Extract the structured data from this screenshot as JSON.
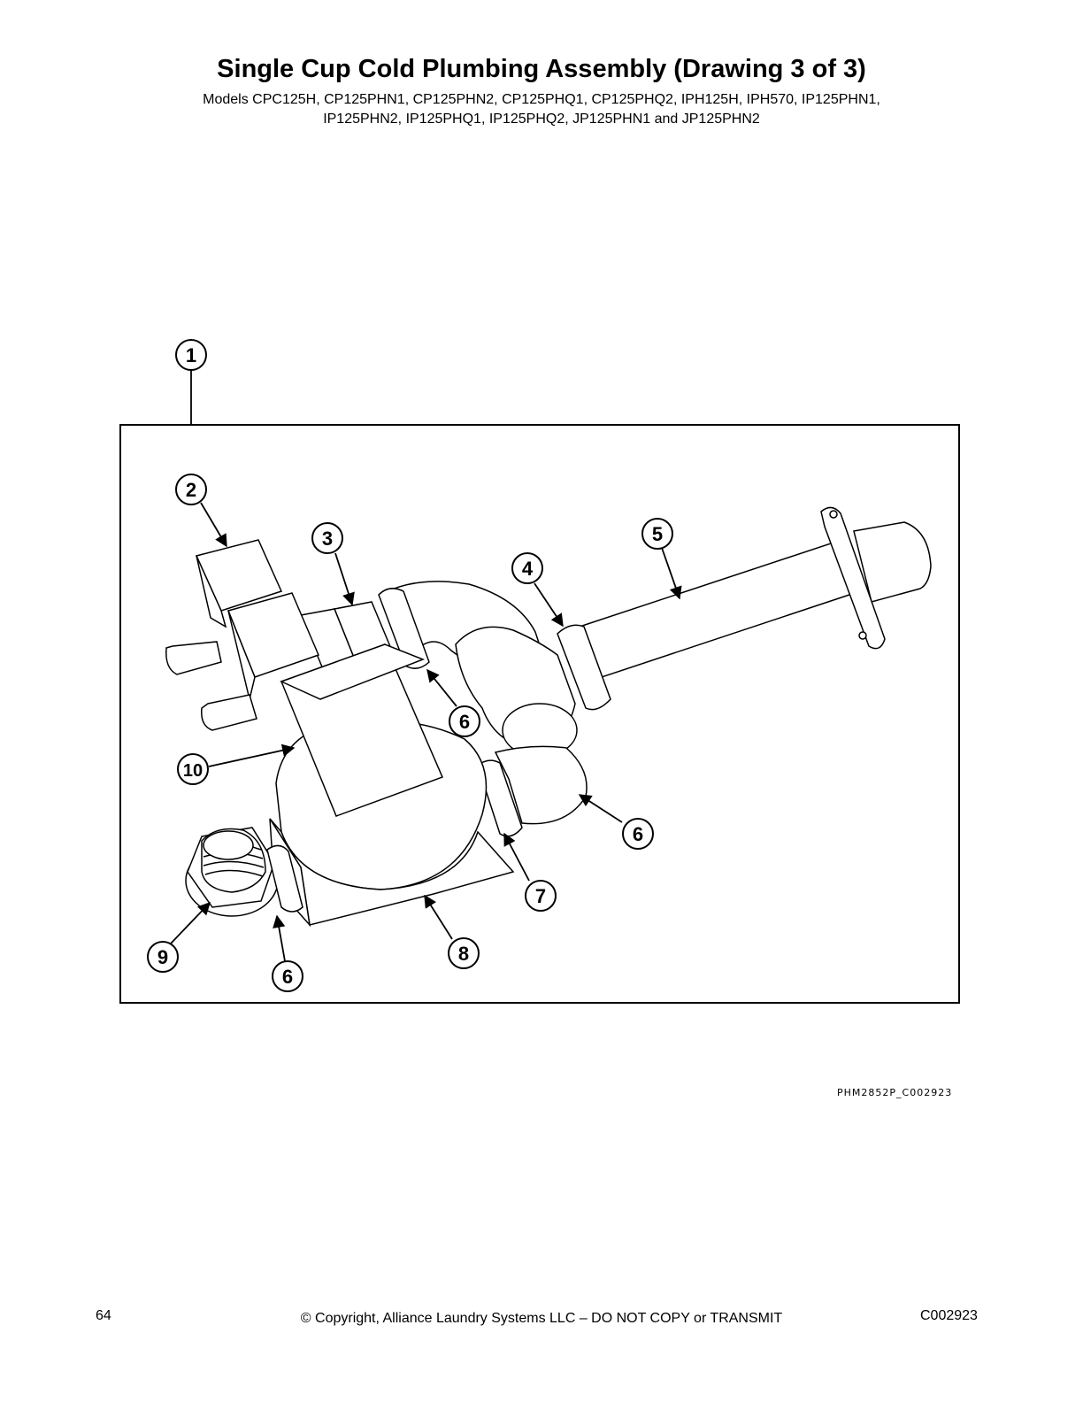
{
  "header": {
    "title": "Single Cup Cold Plumbing Assembly (Drawing 3 of 3)",
    "models_line1": "Models CPC125H, CP125PHN1, CP125PHN2, CP125PHQ1, CP125PHQ2, IPH125H, IPH570, IP125PHN1,",
    "models_line2": "IP125PHN2, IP125PHQ1, IP125PHQ2, JP125PHN1 and JP125PHN2"
  },
  "callouts": [
    {
      "label": "1"
    },
    {
      "label": "2"
    },
    {
      "label": "3"
    },
    {
      "label": "4"
    },
    {
      "label": "5"
    },
    {
      "label": "6"
    },
    {
      "label": "6"
    },
    {
      "label": "6"
    },
    {
      "label": "7"
    },
    {
      "label": "8"
    },
    {
      "label": "9"
    },
    {
      "label": "10"
    }
  ],
  "drawing_code": "PHM2852P_C002923",
  "footer": {
    "page_number": "64",
    "copyright": "© Copyright, Alliance Laundry Systems LLC – DO NOT COPY or TRANSMIT",
    "doc_code": "C002923"
  }
}
